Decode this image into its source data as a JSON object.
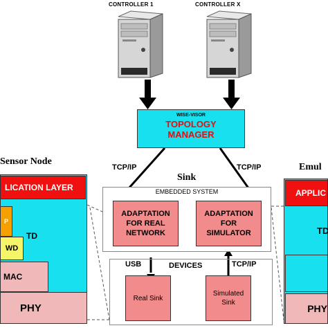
{
  "controllers": {
    "controller1": "CONTROLLER 1",
    "controllerX": "CONTROLLER X"
  },
  "topology": {
    "small_label": "WISE-VISOR",
    "title_line1": "TOPOLOGY",
    "title_line2": "MANAGER"
  },
  "links": {
    "tcpip_left": "TCP/IP",
    "tcpip_right": "TCP/IP",
    "tcpip_devices": "TCP/IP",
    "usb": "USB"
  },
  "sink": {
    "title": "Sink",
    "embedded_label": "EMBEDDED SYSTEM",
    "adapt_real_l1": "ADAPTATION",
    "adapt_real_l2": "FOR REAL",
    "adapt_real_l3": "NETWORK",
    "adapt_sim_l1": "ADAPTATION",
    "adapt_sim_l2": "FOR",
    "adapt_sim_l3": "SIMULATOR",
    "devices_label": "DEVICES",
    "real_sink": "Real Sink",
    "sim_sink_l1": "Simulated",
    "sim_sink_l2": "Sink"
  },
  "sensor_node": {
    "title": "Sensor Node",
    "app_layer": "LICATION LAYER",
    "td": "TD",
    "wd": "WD",
    "p": "P",
    "mac": "MAC",
    "phy": "PHY"
  },
  "emulator": {
    "title": "Emul",
    "app_layer": "APPLIC",
    "td": "TD",
    "phy": "PHY"
  },
  "colors": {
    "cyan": "#19e0ef",
    "red": "#f01010",
    "pink": "#f28c8c",
    "orange": "#f6a000",
    "yellow": "#f5f56a"
  }
}
